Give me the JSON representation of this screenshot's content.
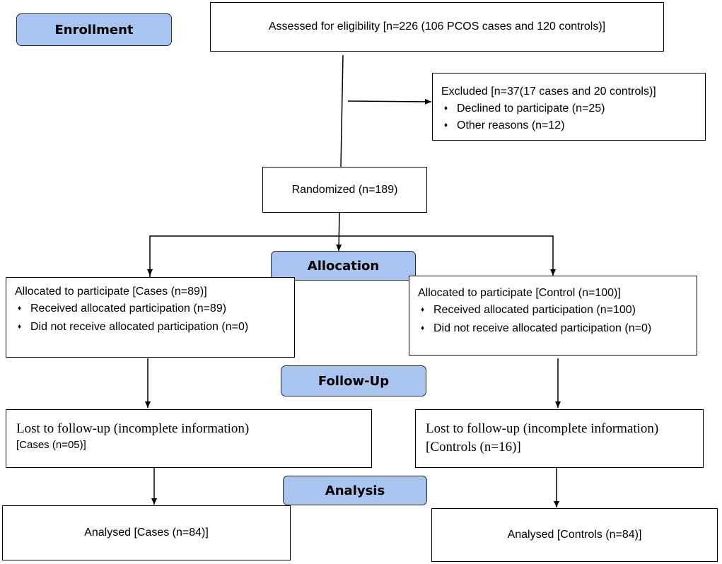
{
  "stages": {
    "enrollment": "Enrollment",
    "allocation": "Allocation",
    "followup": "Follow-Up",
    "analysis": "Analysis"
  },
  "assessed": "Assessed for eligibility [n=226 (106 PCOS cases and 120 controls)]",
  "excluded": {
    "title": "Excluded [n=37(17 cases and 20 controls)]",
    "items": [
      "Declined to participate (n=25)",
      "Other reasons (n=12)"
    ]
  },
  "randomized": "Randomized (n=189)",
  "allocated_cases": {
    "title": "Allocated to participate [Cases (n=89)]",
    "items": [
      "Received allocated participation (n=89)",
      "Did not receive allocated participation  (n=0)"
    ]
  },
  "allocated_control": {
    "title": "Allocated to participate [Control (n=100)]",
    "items": [
      "Received allocated participation (n=100)",
      "Did not receive allocated participation (n=0)"
    ]
  },
  "lost_cases": {
    "line1": "Lost to follow-up (incomplete information)",
    "line2": "[Cases (n=05)]"
  },
  "lost_controls": {
    "line1": "Lost to follow-up (incomplete information)",
    "line2": "[Controls (n=16)]"
  },
  "analysed_cases": "Analysed [Cases (n=84)]",
  "analysed_controls": "Analysed [Controls (n=84)]",
  "bullet_glyph": "♦"
}
